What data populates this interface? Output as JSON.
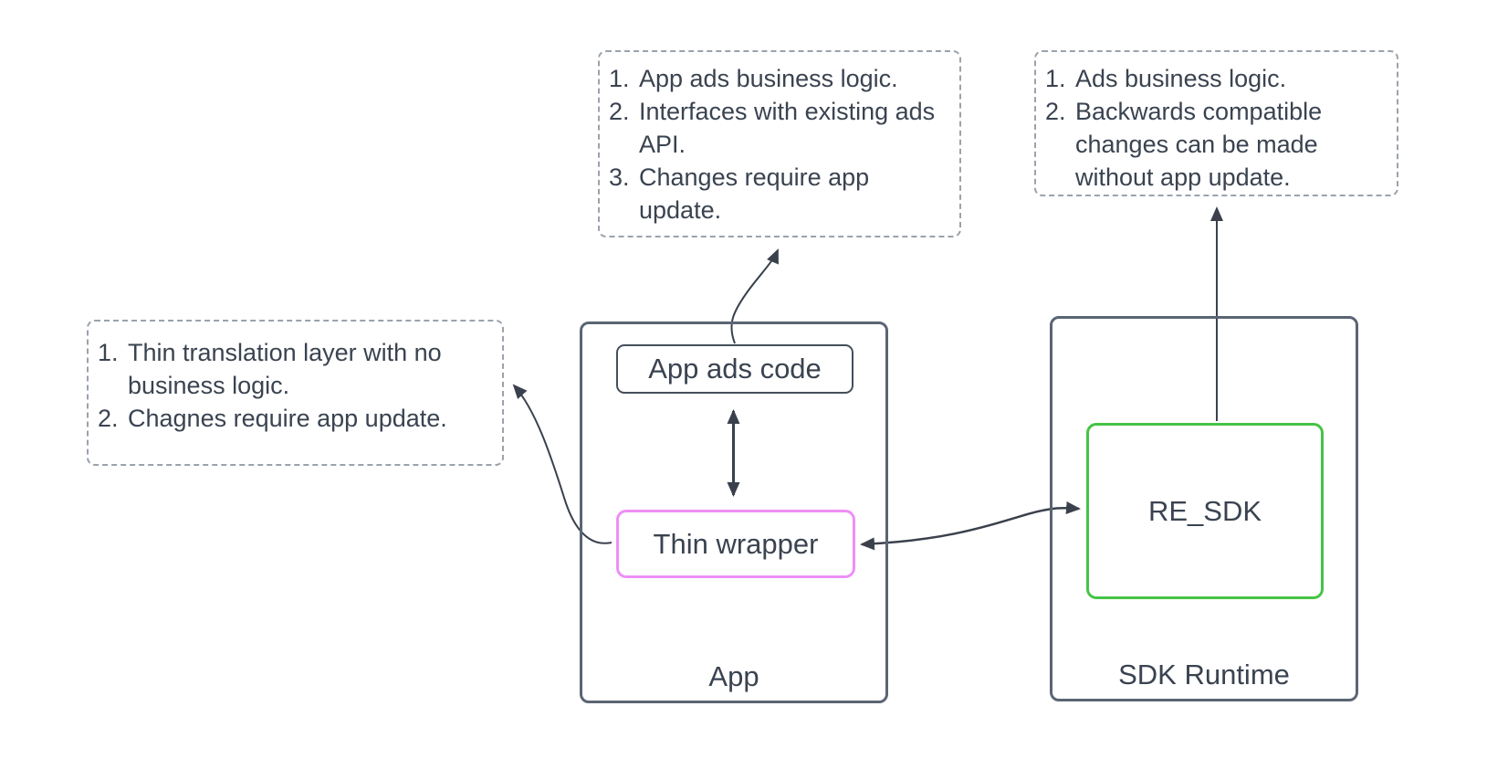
{
  "colors": {
    "text": "#3a4350",
    "arrow": "#3a414d",
    "container-border": "#5b6573",
    "box-border": "#454e5c",
    "note-border": "#9aa2ac",
    "wrapper-pink": "#ee8ff7",
    "sdk-green": "#45c445",
    "bg": "#ffffff"
  },
  "notes": {
    "app_ads": {
      "items": [
        {
          "num": "1.",
          "text": "App ads business logic."
        },
        {
          "num": "2.",
          "text": "Interfaces with existing ads API."
        },
        {
          "num": "3.",
          "text": "Changes require app update."
        }
      ]
    },
    "sdk": {
      "items": [
        {
          "num": "1.",
          "text": "Ads business logic."
        },
        {
          "num": "2.",
          "text": "Backwards compatible changes can be made without app update."
        }
      ]
    },
    "wrapper": {
      "items": [
        {
          "num": "1.",
          "text": "Thin translation layer with no business logic."
        },
        {
          "num": "2.",
          "text": "Chagnes require app update."
        }
      ]
    }
  },
  "containers": {
    "app": {
      "label": "App"
    },
    "sdk_runtime": {
      "label": "SDK Runtime"
    }
  },
  "nodes": {
    "app_ads_code": {
      "label": "App ads code"
    },
    "thin_wrapper": {
      "label": "Thin wrapper"
    },
    "re_sdk": {
      "label": "RE_SDK"
    }
  },
  "connectors": [
    {
      "from": "app-ads-code",
      "to": "app-ads-note",
      "bidirectional": false
    },
    {
      "from": "app-ads-code",
      "to": "thin-wrapper",
      "bidirectional": true
    },
    {
      "from": "thin-wrapper",
      "to": "wrapper-note",
      "bidirectional": false
    },
    {
      "from": "thin-wrapper",
      "to": "re-sdk",
      "bidirectional": true
    },
    {
      "from": "re-sdk",
      "to": "sdk-note",
      "bidirectional": false
    }
  ]
}
